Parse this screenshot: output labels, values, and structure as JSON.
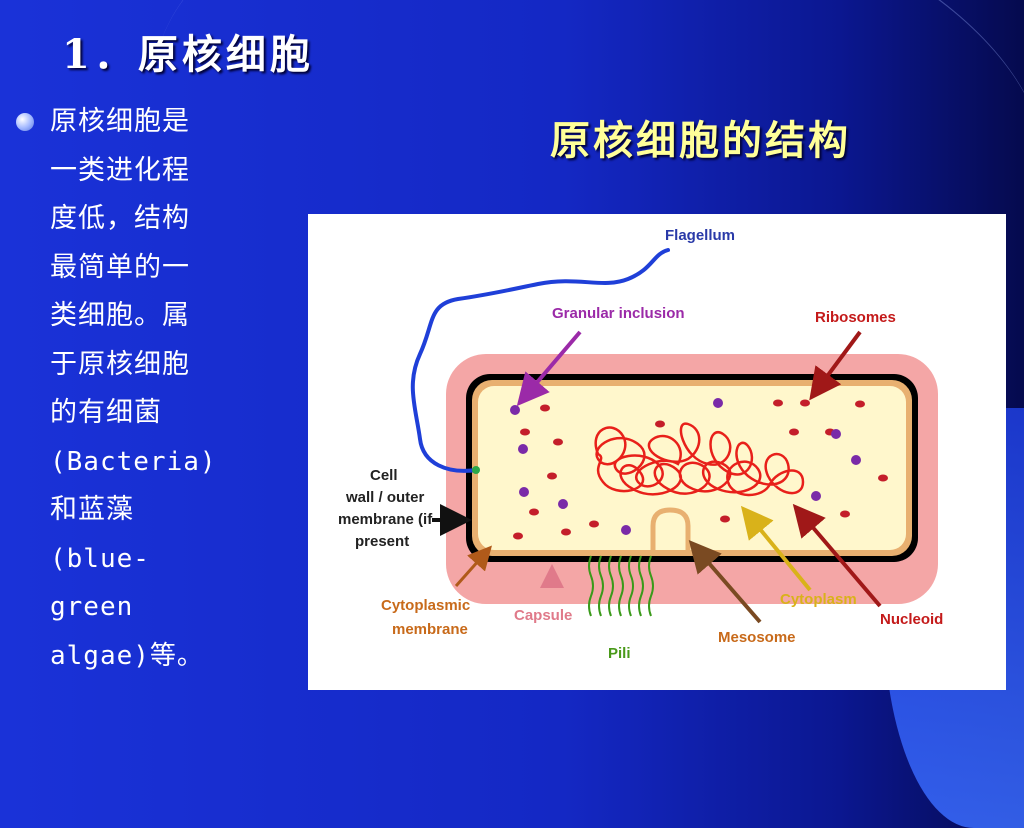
{
  "slide": {
    "title": "1．原核细胞",
    "bullet": {
      "lines": [
        "原核细胞是",
        "一类进化程",
        "度低，结构",
        "最简单的一",
        "类细胞。属",
        "于原核细胞",
        "的有细菌",
        "(Bacteria)",
        "和蓝藻",
        "(blue-",
        "green",
        "algae)等。"
      ]
    },
    "diagram_title": "原核细胞的结构"
  },
  "diagram": {
    "labels": {
      "flagellum": "Flagellum",
      "granular_inclusion": "Granular inclusion",
      "ribosomes": "Ribosomes",
      "cell_wall_line1": "Cell",
      "cell_wall_line2": "wall / outer",
      "cell_wall_line3": "membrane (if",
      "cell_wall_line4": "present",
      "cytoplasmic_membrane_line1": "Cytoplasmic",
      "cytoplasmic_membrane_line2": "membrane",
      "capsule": "Capsule",
      "pili": "Pili",
      "mesosome": "Mesosome",
      "cytoplasm": "Cytoplasm",
      "nucleoid": "Nucleoid"
    },
    "colors": {
      "capsule": "#f4a6a6",
      "cell_wall": "#000000",
      "cytoplasm": "#fff7cc",
      "membrane": "#e8b070",
      "flagellum": "#1f3fd8",
      "nucleoid": "#e8201a",
      "ribosome": "#c41e2a",
      "inclusion": "#7a2aa8",
      "pili": "#3a9a1a",
      "label_blue": "#2a3aa8",
      "label_purple": "#9b2aa8",
      "label_red": "#c41a1a",
      "label_orange": "#c86a1a",
      "label_pink": "#e07a8a",
      "label_yellow": "#d9b21a",
      "label_green": "#4a9a1a",
      "label_black": "#222222"
    }
  }
}
